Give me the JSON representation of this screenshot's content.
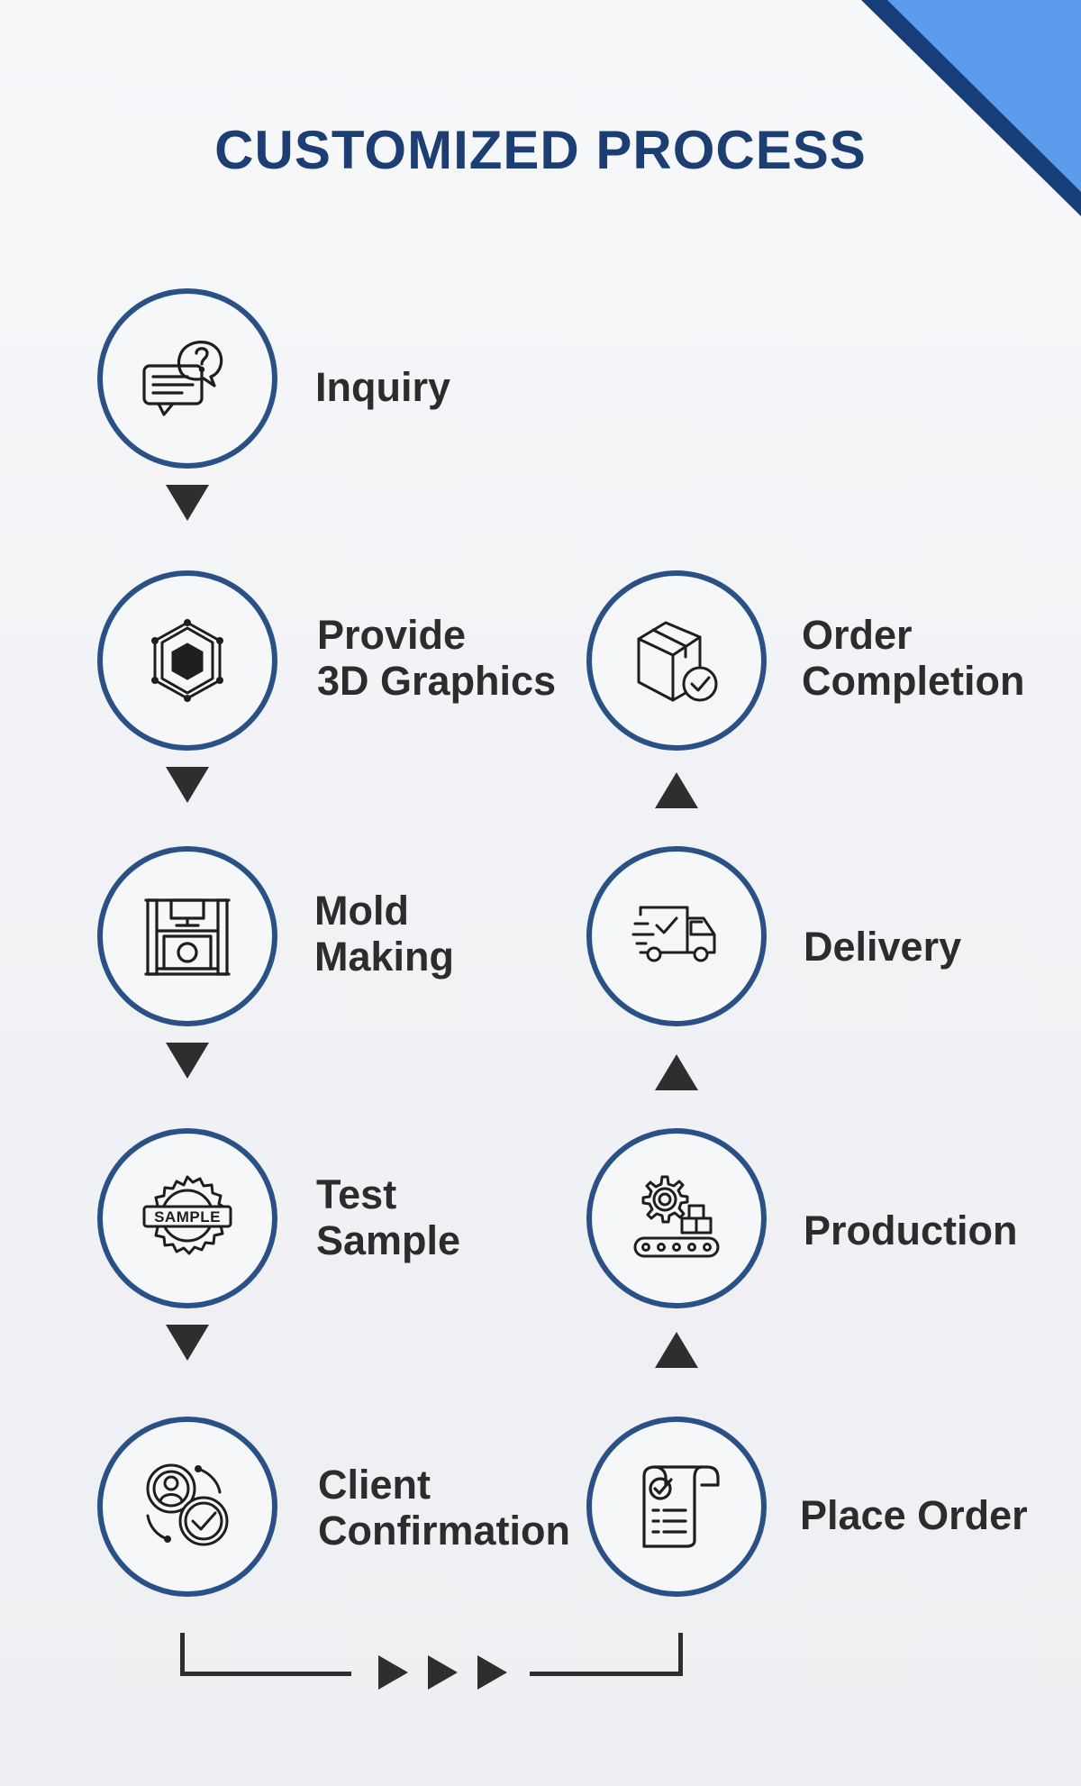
{
  "title": "CUSTOMIZED PROCESS",
  "colors": {
    "title": "#1d3e72",
    "circle_border": "#2a5185",
    "corner_light": "#5b9ced",
    "corner_dark": "#173e78",
    "text": "#2c2c2c",
    "arrow": "#2e2e2e"
  },
  "steps": [
    {
      "label_line1": "Inquiry",
      "label_line2": "",
      "icon": "chat-question-icon"
    },
    {
      "label_line1": "Provide",
      "label_line2": "3D Graphics",
      "icon": "3d-cube-icon"
    },
    {
      "label_line1": "Mold",
      "label_line2": "Making",
      "icon": "press-machine-icon"
    },
    {
      "label_line1": "Test",
      "label_line2": "Sample",
      "icon": "sample-badge-icon"
    },
    {
      "label_line1": "Client",
      "label_line2": "Confirmation",
      "icon": "person-check-icon"
    },
    {
      "label_line1": "Place Order",
      "label_line2": "",
      "icon": "order-document-icon"
    },
    {
      "label_line1": "Production",
      "label_line2": "",
      "icon": "gear-conveyor-icon"
    },
    {
      "label_line1": "Delivery",
      "label_line2": "",
      "icon": "delivery-truck-icon"
    },
    {
      "label_line1": "Order",
      "label_line2": "Completion",
      "icon": "box-check-icon"
    }
  ],
  "icon_texts": {
    "sample": "SAMPLE"
  }
}
